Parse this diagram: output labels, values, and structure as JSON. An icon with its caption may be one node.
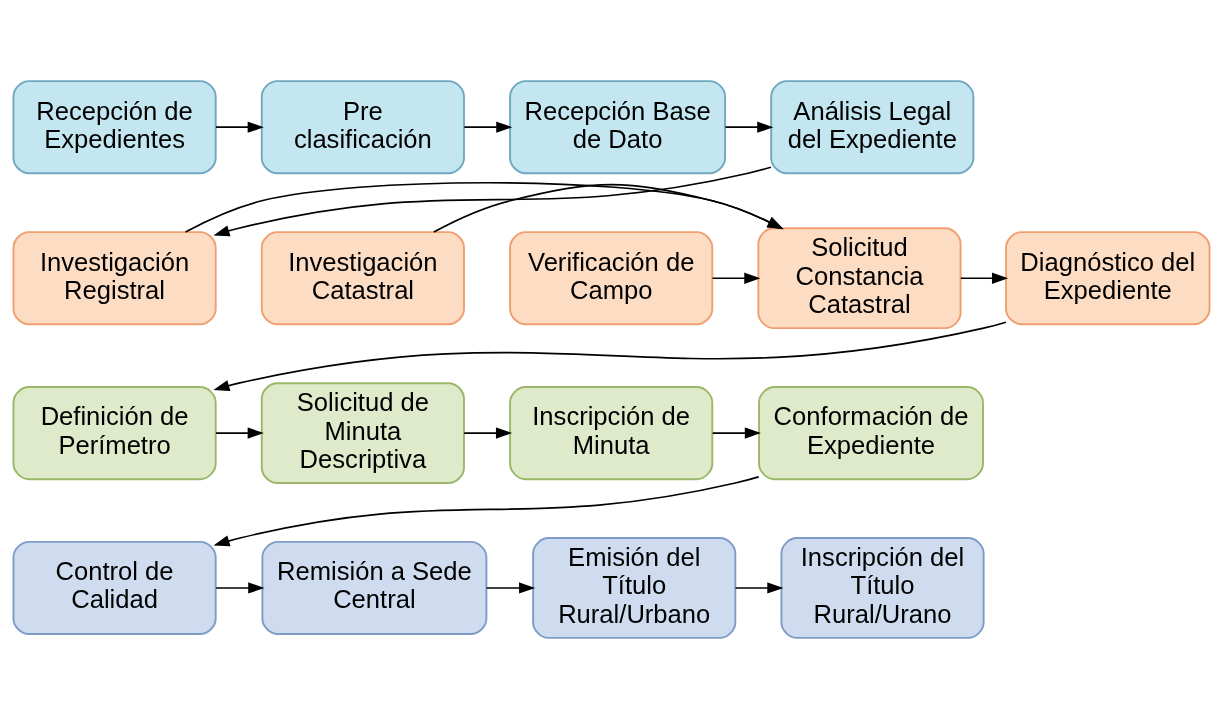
{
  "diagram": {
    "nodes": [
      {
        "text": [
          "Recepción de Expedientes"
        ]
      },
      {
        "text": [
          "Pre clasificación"
        ]
      },
      {
        "text": [
          "Recepción Base de Dato"
        ]
      },
      {
        "text": [
          "Análisis Legal del Expediente"
        ]
      },
      {
        "text": [
          "Investigación Registral"
        ]
      },
      {
        "text": [
          "Investigación Catastral"
        ]
      },
      {
        "text": [
          "Verificación de Campo"
        ]
      },
      {
        "text": [
          "Solicitud Constancia Catastral"
        ]
      },
      {
        "text": [
          "Diagnóstico del Expediente"
        ]
      },
      {
        "text": [
          "Definición de Perímetro"
        ]
      },
      {
        "text": [
          "Solicitud de Minuta Descriptiva"
        ]
      },
      {
        "text": [
          "Inscripción de Minuta"
        ]
      },
      {
        "text": [
          "Conformación de Expediente"
        ]
      },
      {
        "text": [
          "Control de Calidad"
        ]
      },
      {
        "text": [
          "Remisión a Sede Central"
        ]
      },
      {
        "text": [
          "Emisión del Título Rural/Urbano"
        ]
      },
      {
        "text": [
          "Inscripción del Título Rural/Urano"
        ]
      }
    ],
    "edges": [
      {
        "from": 0,
        "to": 1,
        "arrow": "to"
      },
      {
        "from": 1,
        "to": 2,
        "arrow": "to"
      },
      {
        "from": 2,
        "to": 3,
        "arrow": "to"
      },
      {
        "from": 3,
        "to": 4,
        "arrow": "to"
      },
      {
        "from": 4,
        "to": 7,
        "arrow": "to"
      },
      {
        "from": 5,
        "to": 7,
        "arrow": "to"
      },
      {
        "from": 6,
        "to": 7,
        "arrow": "to"
      },
      {
        "from": 7,
        "to": 8,
        "arrow": "to"
      },
      {
        "from": 8,
        "to": 9,
        "arrow": "to"
      },
      {
        "from": 9,
        "to": 10,
        "arrow": "to"
      },
      {
        "from": 10,
        "to": 11,
        "arrow": "to"
      },
      {
        "from": 11,
        "to": 12,
        "arrow": "to"
      },
      {
        "from": 12,
        "to": 13,
        "arrow": "to"
      },
      {
        "from": 13,
        "to": 14,
        "arrow": "to"
      },
      {
        "from": 14,
        "to": 15,
        "arrow": "to"
      },
      {
        "from": 15,
        "to": 16,
        "arrow": "to"
      }
    ]
  }
}
